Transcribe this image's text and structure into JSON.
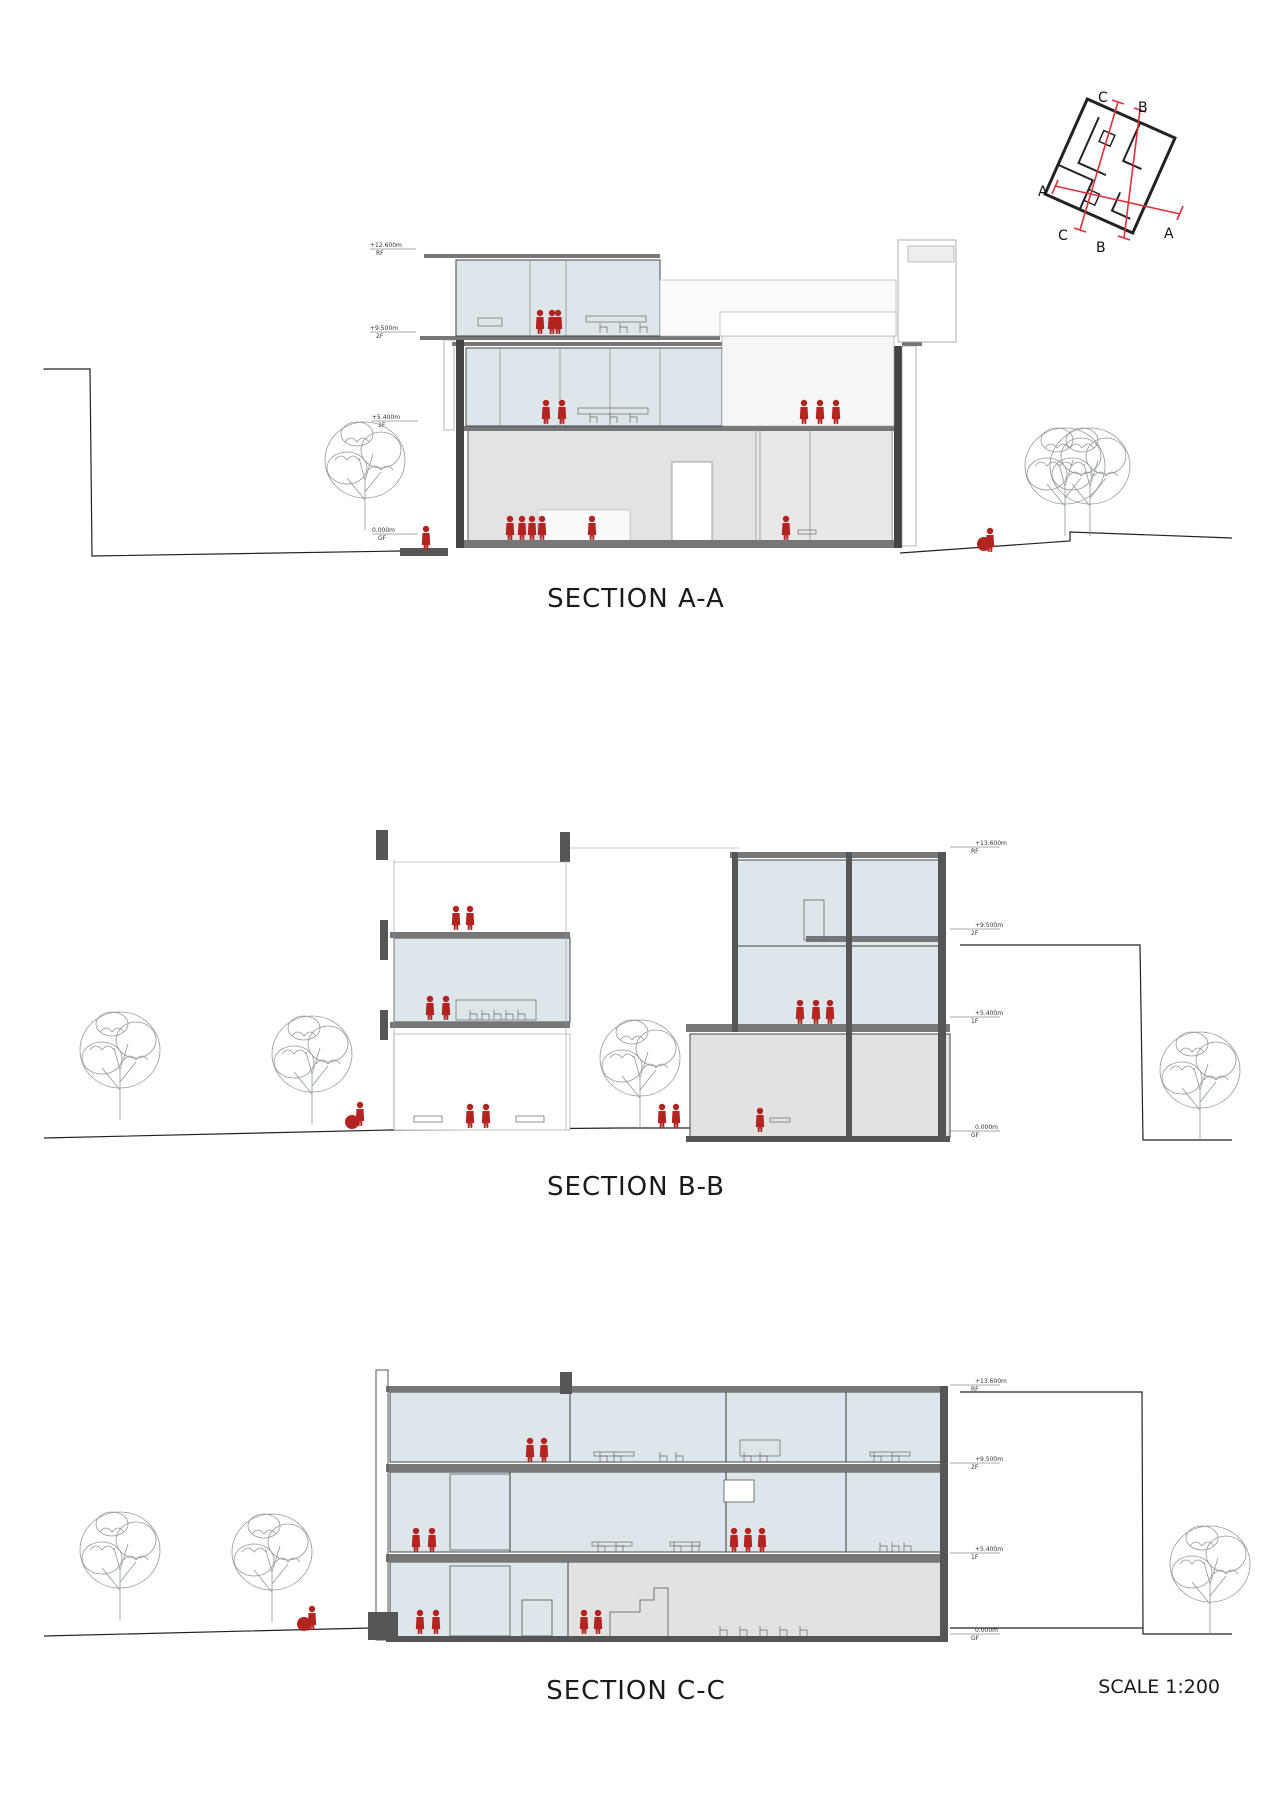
{
  "sections": [
    {
      "title": "SECTION A-A",
      "levels": [
        {
          "v": "+12.600m",
          "f": "RF"
        },
        {
          "v": "+9.500m",
          "f": "2F"
        },
        {
          "v": "+5.400m",
          "f": "1F"
        },
        {
          "v": "0.000m",
          "f": "GF"
        }
      ]
    },
    {
      "title": "SECTION B-B",
      "levels": [
        {
          "v": "+13.600m",
          "f": "RF"
        },
        {
          "v": "+9.500m",
          "f": "2F"
        },
        {
          "v": "+5.400m",
          "f": "1F"
        },
        {
          "v": "0.000m",
          "f": "GF"
        }
      ]
    },
    {
      "title": "SECTION C-C",
      "levels": [
        {
          "v": "+13.600m",
          "f": "RF"
        },
        {
          "v": "+9.500m",
          "f": "2F"
        },
        {
          "v": "+5.400m",
          "f": "1F"
        },
        {
          "v": "0.000m",
          "f": "GF"
        }
      ]
    }
  ],
  "key_plan": {
    "labels": [
      "A",
      "A",
      "B",
      "B",
      "C",
      "C"
    ]
  },
  "scale_label": "SCALE 1:200",
  "colors": {
    "people": "#b3231f",
    "glass": "#dde6ea",
    "interior": "#e2e2e2",
    "slab": "#7a7a7a",
    "cut_lines": "#e0303a",
    "trees": "#8a9a8a"
  }
}
